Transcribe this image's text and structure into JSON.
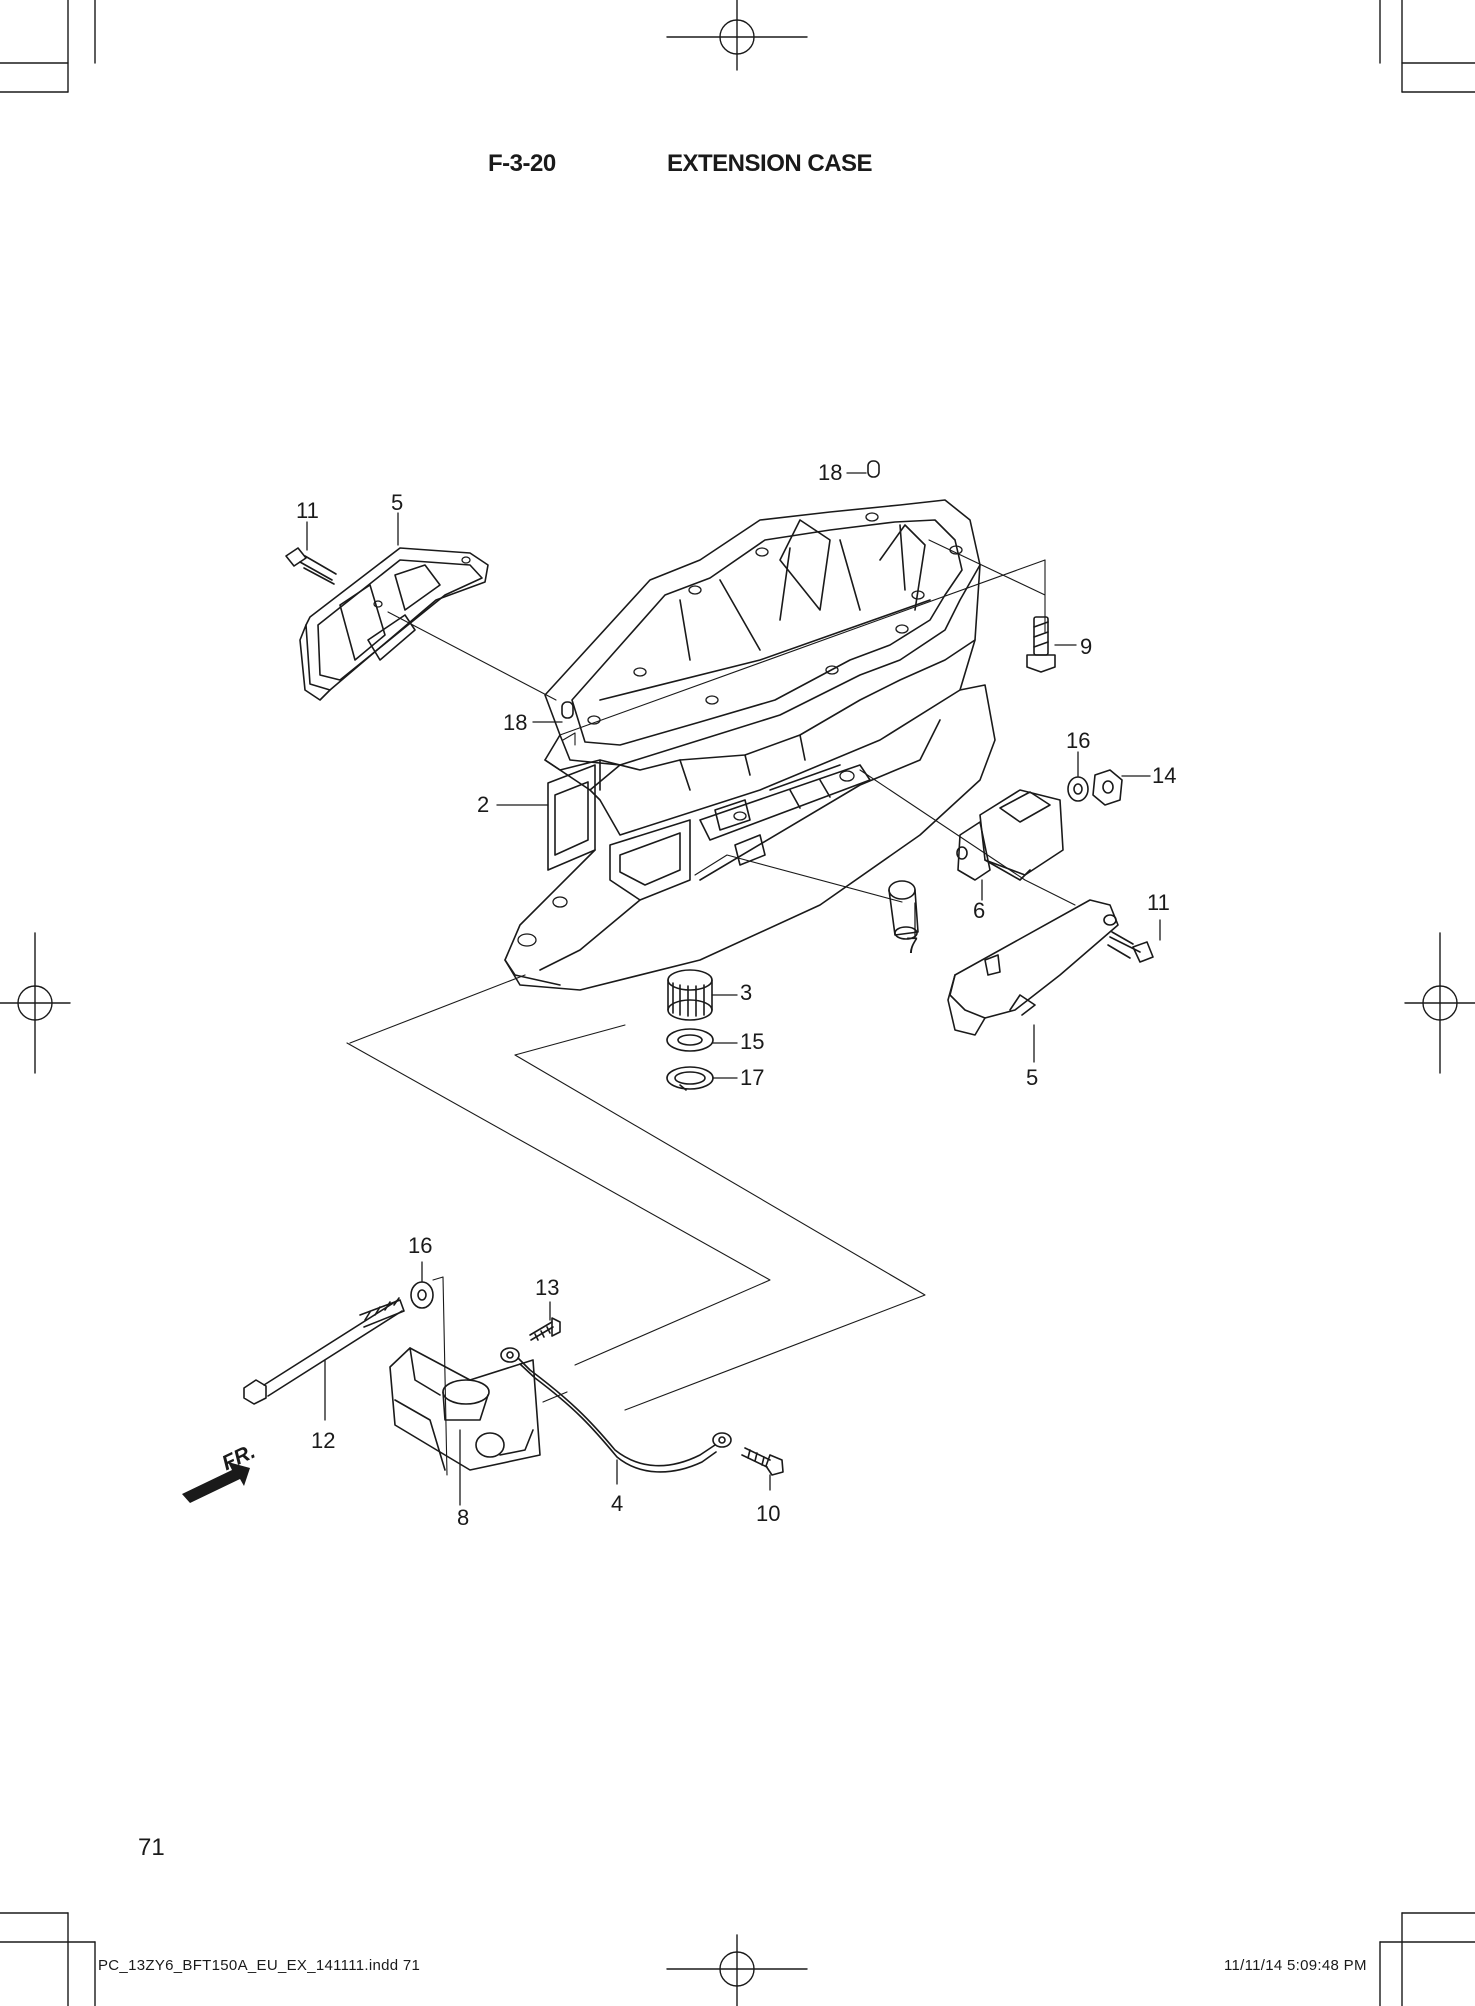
{
  "header": {
    "figure_code": "F-3-20",
    "title": "EXTENSION CASE"
  },
  "callouts": {
    "c18a": "18",
    "c11a": "11",
    "c5a": "5",
    "c9": "9",
    "c18b": "18",
    "c16a": "16",
    "c14": "14",
    "c2": "2",
    "c6": "6",
    "c11b": "11",
    "c7": "7",
    "c3": "3",
    "c15": "15",
    "c17": "17",
    "c5b": "5",
    "c16b": "16",
    "c13": "13",
    "c12": "12",
    "c8": "8",
    "c4": "4",
    "c10": "10"
  },
  "direction_label": "FR.",
  "page_number": "71",
  "footer": {
    "file": "PC_13ZY6_BFT150A_EU_EX_141111.indd   71",
    "timestamp": "11/11/14   5:09:48 PM"
  }
}
